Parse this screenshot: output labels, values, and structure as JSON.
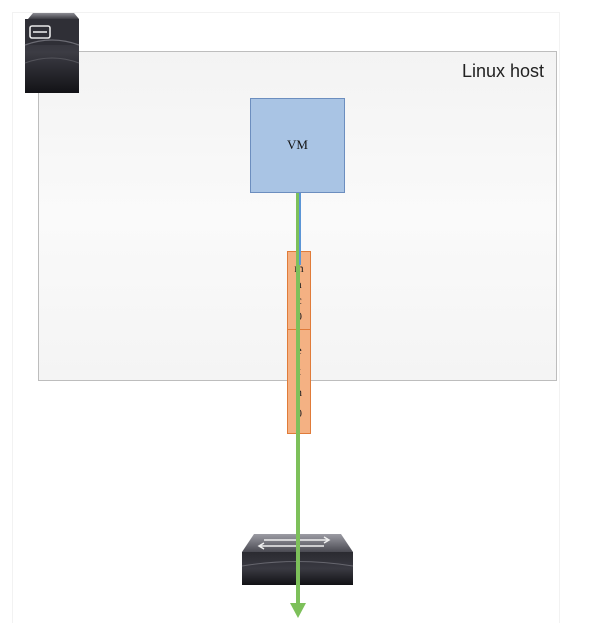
{
  "host": {
    "label": "Linux host"
  },
  "vm": {
    "label": "VM"
  },
  "interfaces": {
    "macvtap": [
      "m",
      "a",
      "c",
      "0"
    ],
    "ethernet": [
      "e",
      "t",
      "h",
      "0"
    ]
  },
  "colors": {
    "host_border": "#bdbdbd",
    "vm_fill": "#a9c4e4",
    "vm_border": "#6c8ebf",
    "iface_fill": "#f4b183",
    "iface_border": "#e07b39",
    "arrow_green": "#7dc05a",
    "arrow_blue": "#5b95d6"
  },
  "icons": [
    "server-icon",
    "network-switch-icon"
  ]
}
